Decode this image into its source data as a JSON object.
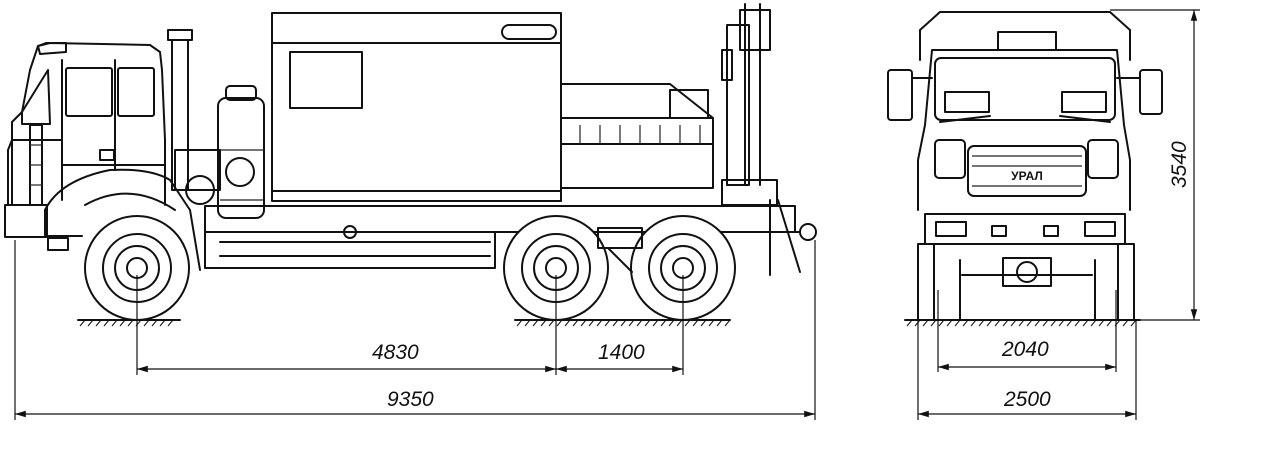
{
  "drawing": {
    "side_view": {
      "brand_text": "",
      "dimensions": {
        "wheelbase_front_rear": "4830",
        "rear_axle_spacing": "1400",
        "overall_length": "9350"
      }
    },
    "front_view": {
      "grille_badge": "УРАЛ",
      "dimensions": {
        "track_width": "2040",
        "overall_width": "2500",
        "overall_height": "3540"
      }
    }
  }
}
